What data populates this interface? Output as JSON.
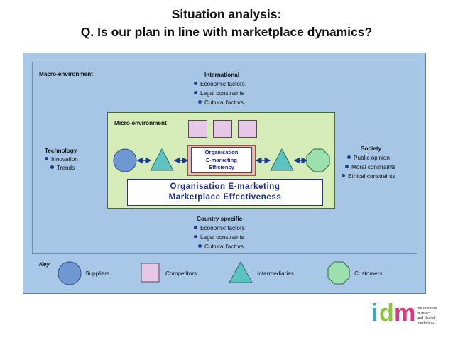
{
  "header": {
    "title": "Situation analysis:",
    "subtitle": "Q. Is our plan in line with marketplace dynamics?"
  },
  "diagram": {
    "macro_label": "Macro-environment",
    "international": {
      "title": "International",
      "items": [
        "Economic factors",
        "Legal constraints",
        "Cultural factors"
      ]
    },
    "technology": {
      "title": "Technology",
      "items": [
        "Innovation",
        "Trends"
      ]
    },
    "society": {
      "title": "Society",
      "items": [
        "Public opinion",
        "Moral constraints",
        "Ethical constraints"
      ]
    },
    "country": {
      "title": "Country specific",
      "items": [
        "Economic factors",
        "Legal constraints",
        "Cultural factors"
      ]
    },
    "micro_label": "Micro-environment",
    "org_box": [
      "Organisation",
      "E-marketing",
      "Efficiency"
    ],
    "effectiveness": [
      "Organisation E-marketing",
      "Marketplace Effectiveness"
    ],
    "key": {
      "title": "Key",
      "items": [
        "Suppliers",
        "Competitors",
        "Intermediaries",
        "Customers"
      ]
    }
  },
  "colors": {
    "supplier": "#6f98d2",
    "competitor": "#e6c8e6",
    "intermediary": "#5cc4c0",
    "customer": "#9ce0b0",
    "outer_bg": "#a9c8e8",
    "micro_bg": "#d6edba",
    "bullet": "#1a3d8c"
  },
  "logo": {
    "letters": [
      "i",
      "d",
      "m"
    ],
    "tagline": [
      "the institute",
      "of direct",
      "and digital",
      "marketing"
    ]
  }
}
